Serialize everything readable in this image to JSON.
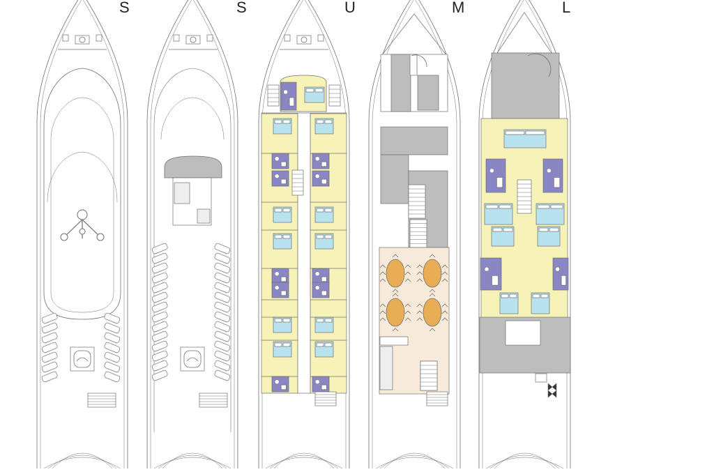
{
  "deck_labels": [
    "S",
    "S",
    "U",
    "M",
    "L"
  ],
  "colors": {
    "outline": "#6f6f6f",
    "cabin_floor": "#f6f2b8",
    "bathroom": "#8a86c4",
    "bed": "#b9e2ef",
    "service": "#bdbdbd",
    "dining_floor": "#f7eadb",
    "table": "#e8ad55"
  }
}
